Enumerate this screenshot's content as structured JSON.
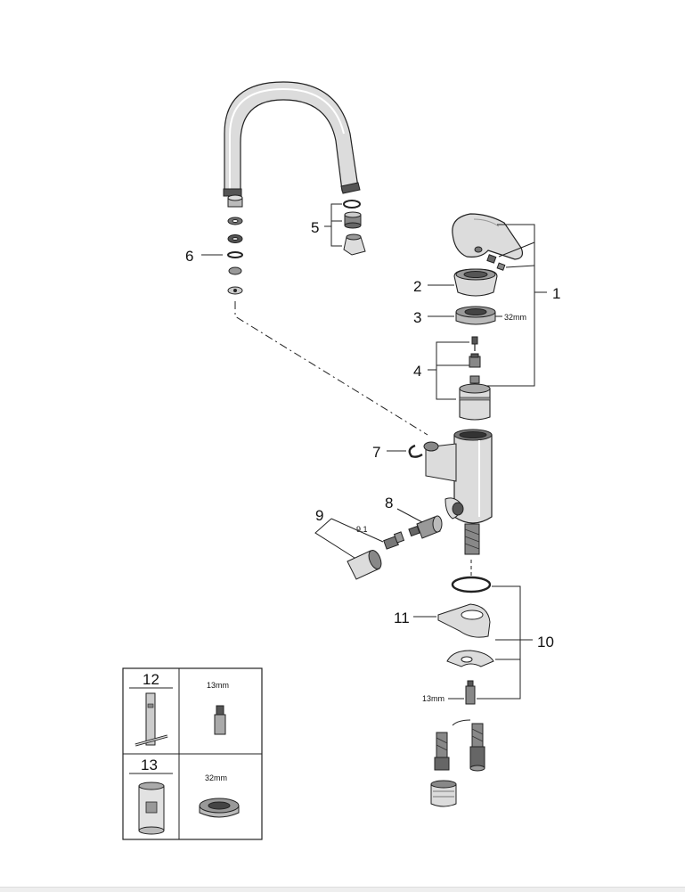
{
  "callouts": {
    "c1": "1",
    "c2": "2",
    "c3": "3",
    "c4": "4",
    "c5": "5",
    "c6": "6",
    "c7": "7",
    "c8": "8",
    "c9": "9",
    "c9_1": "9.1",
    "c10": "10",
    "c11": "11"
  },
  "dims": {
    "nut_size": "32mm",
    "hose_nut": "13mm"
  },
  "tool_table": {
    "row1": {
      "number": "12",
      "size": "13mm"
    },
    "row2": {
      "number": "13",
      "size": "32mm"
    }
  }
}
